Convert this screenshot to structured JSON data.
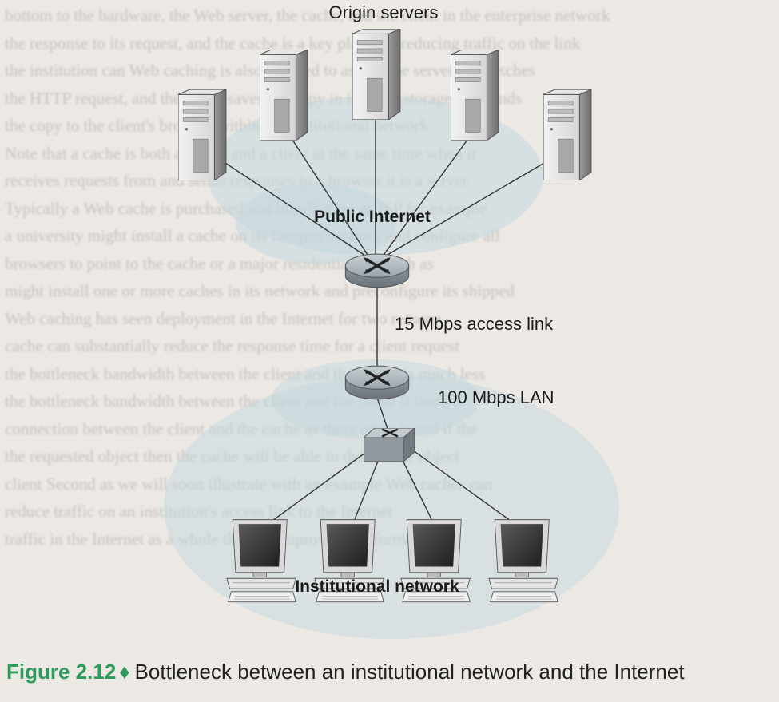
{
  "labels": {
    "origin_servers": "Origin servers",
    "public_internet": "Public Internet",
    "access_link": "15 Mbps access link",
    "lan": "100 Mbps LAN",
    "institutional_network": "Institutional network"
  },
  "caption": {
    "figure": "Figure 2.12",
    "text": "Bottleneck between an institutional network and the Internet"
  },
  "colors": {
    "cloud": "#c4d7de",
    "router": "#a9b3ba",
    "caption_accent": "#2e9a5c"
  },
  "icons": {
    "server": "server-tower-icon",
    "router": "router-icon",
    "switch": "switch-icon",
    "host": "desktop-computer-icon"
  }
}
